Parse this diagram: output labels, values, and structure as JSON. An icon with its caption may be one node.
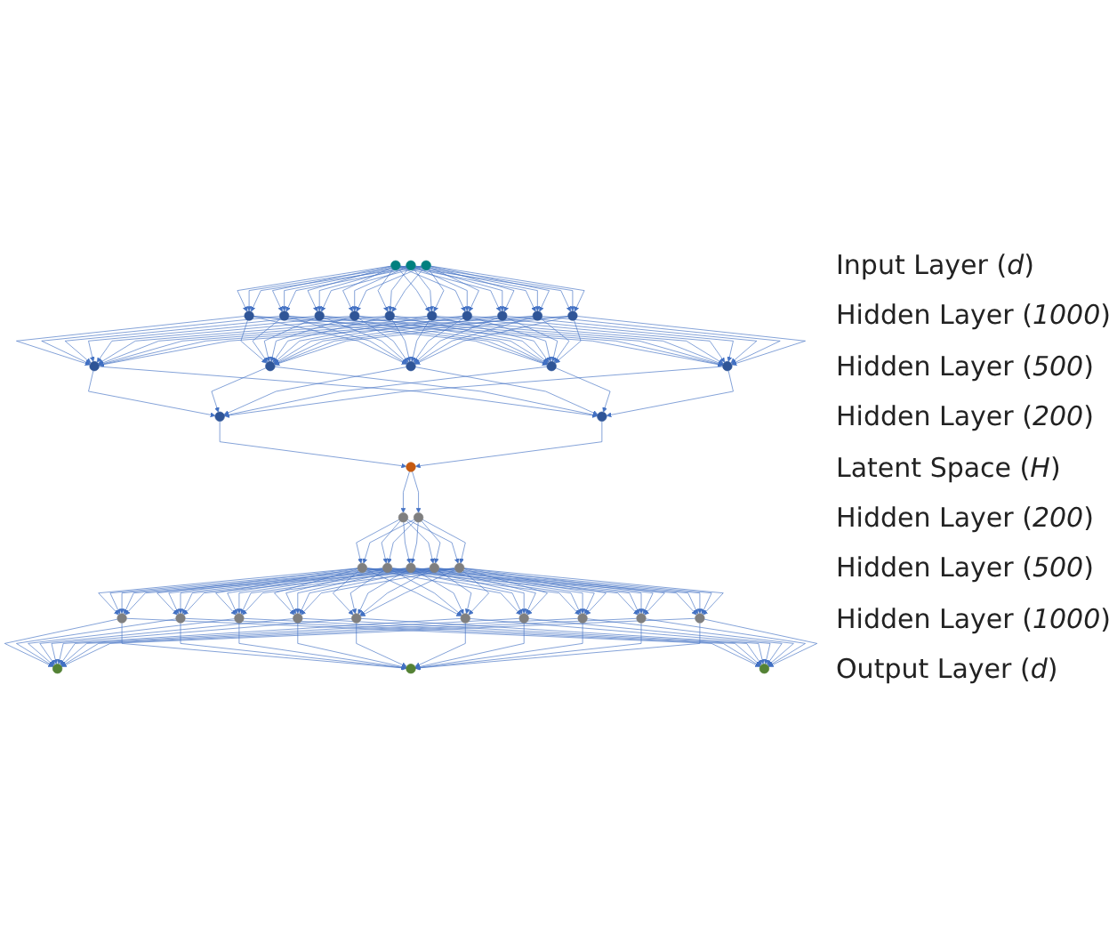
{
  "diagram": {
    "nodes": [
      {
        "text": [],
        "shape": "circle"
      },
      {
        "text": [],
        "shape": "circle"
      },
      {
        "text": [],
        "shape": "circle"
      },
      {
        "text": [],
        "shape": "circle"
      },
      {
        "text": [],
        "shape": "circle"
      },
      {
        "text": [],
        "shape": "circle"
      },
      {
        "text": [],
        "shape": "circle"
      },
      {
        "text": [],
        "shape": "circle"
      },
      {
        "text": [],
        "shape": "circle"
      },
      {
        "text": [],
        "shape": "circle"
      },
      {
        "text": [],
        "shape": "circle"
      },
      {
        "text": [],
        "shape": "circle"
      },
      {
        "text": [],
        "shape": "circle"
      },
      {
        "text": [],
        "shape": "circle"
      },
      {
        "text": [],
        "shape": "circle"
      },
      {
        "text": [],
        "shape": "circle"
      },
      {
        "text": [],
        "shape": "circle"
      },
      {
        "text": [],
        "shape": "circle"
      },
      {
        "text": [],
        "shape": "circle"
      },
      {
        "text": [],
        "shape": "circle"
      },
      {
        "text": [],
        "shape": "circle"
      },
      {
        "text": [],
        "shape": "circle"
      },
      {
        "text": [],
        "shape": "circle"
      },
      {
        "text": [],
        "shape": "circle"
      },
      {
        "text": [],
        "shape": "circle"
      },
      {
        "text": [],
        "shape": "circle"
      },
      {
        "text": [],
        "shape": "circle"
      },
      {
        "text": [],
        "shape": "circle"
      },
      {
        "text": [],
        "shape": "circle"
      },
      {
        "text": [],
        "shape": "circle"
      },
      {
        "text": [],
        "shape": "circle"
      },
      {
        "text": [],
        "shape": "circle"
      },
      {
        "text": [],
        "shape": "circle"
      },
      {
        "text": [],
        "shape": "circle"
      },
      {
        "text": [],
        "shape": "circle"
      },
      {
        "text": [],
        "shape": "circle"
      },
      {
        "text": [],
        "shape": "circle"
      },
      {
        "text": [],
        "shape": "circle"
      },
      {
        "text": [],
        "shape": "circle"
      },
      {
        "text": [],
        "shape": "circle"
      },
      {
        "text": [],
        "shape": "circle"
      }
    ],
    "edges": [
      {
        "from": 0,
        "to": 3,
        "arrow": "to"
      },
      {
        "from": 0,
        "to": 4,
        "arrow": "to"
      },
      {
        "from": 0,
        "to": 5,
        "arrow": "to"
      },
      {
        "from": 0,
        "to": 6,
        "arrow": "to"
      },
      {
        "from": 0,
        "to": 7,
        "arrow": "to"
      },
      {
        "from": 0,
        "to": 8,
        "arrow": "to"
      },
      {
        "from": 0,
        "to": 9,
        "arrow": "to"
      },
      {
        "from": 0,
        "to": 10,
        "arrow": "to"
      },
      {
        "from": 0,
        "to": 11,
        "arrow": "to"
      },
      {
        "from": 0,
        "to": 12,
        "arrow": "to"
      },
      {
        "from": 1,
        "to": 3,
        "arrow": "to"
      },
      {
        "from": 1,
        "to": 4,
        "arrow": "to"
      },
      {
        "from": 1,
        "to": 5,
        "arrow": "to"
      },
      {
        "from": 1,
        "to": 6,
        "arrow": "to"
      },
      {
        "from": 1,
        "to": 7,
        "arrow": "to"
      },
      {
        "from": 1,
        "to": 8,
        "arrow": "to"
      },
      {
        "from": 1,
        "to": 9,
        "arrow": "to"
      },
      {
        "from": 1,
        "to": 10,
        "arrow": "to"
      },
      {
        "from": 1,
        "to": 11,
        "arrow": "to"
      },
      {
        "from": 1,
        "to": 12,
        "arrow": "to"
      },
      {
        "from": 2,
        "to": 3,
        "arrow": "to"
      },
      {
        "from": 2,
        "to": 4,
        "arrow": "to"
      },
      {
        "from": 2,
        "to": 5,
        "arrow": "to"
      },
      {
        "from": 2,
        "to": 6,
        "arrow": "to"
      },
      {
        "from": 2,
        "to": 7,
        "arrow": "to"
      },
      {
        "from": 2,
        "to": 8,
        "arrow": "to"
      },
      {
        "from": 2,
        "to": 9,
        "arrow": "to"
      },
      {
        "from": 2,
        "to": 10,
        "arrow": "to"
      },
      {
        "from": 2,
        "to": 11,
        "arrow": "to"
      },
      {
        "from": 2,
        "to": 12,
        "arrow": "to"
      },
      {
        "from": 3,
        "to": 13,
        "arrow": "to"
      },
      {
        "from": 3,
        "to": 14,
        "arrow": "to"
      },
      {
        "from": 3,
        "to": 15,
        "arrow": "to"
      },
      {
        "from": 3,
        "to": 16,
        "arrow": "to"
      },
      {
        "from": 3,
        "to": 17,
        "arrow": "to"
      },
      {
        "from": 4,
        "to": 13,
        "arrow": "to"
      },
      {
        "from": 4,
        "to": 14,
        "arrow": "to"
      },
      {
        "from": 4,
        "to": 15,
        "arrow": "to"
      },
      {
        "from": 4,
        "to": 16,
        "arrow": "to"
      },
      {
        "from": 4,
        "to": 17,
        "arrow": "to"
      },
      {
        "from": 5,
        "to": 13,
        "arrow": "to"
      },
      {
        "from": 5,
        "to": 14,
        "arrow": "to"
      },
      {
        "from": 5,
        "to": 15,
        "arrow": "to"
      },
      {
        "from": 5,
        "to": 16,
        "arrow": "to"
      },
      {
        "from": 5,
        "to": 17,
        "arrow": "to"
      },
      {
        "from": 6,
        "to": 13,
        "arrow": "to"
      },
      {
        "from": 6,
        "to": 14,
        "arrow": "to"
      },
      {
        "from": 6,
        "to": 15,
        "arrow": "to"
      },
      {
        "from": 6,
        "to": 16,
        "arrow": "to"
      },
      {
        "from": 6,
        "to": 17,
        "arrow": "to"
      },
      {
        "from": 7,
        "to": 13,
        "arrow": "to"
      },
      {
        "from": 7,
        "to": 14,
        "arrow": "to"
      },
      {
        "from": 7,
        "to": 15,
        "arrow": "to"
      },
      {
        "from": 7,
        "to": 16,
        "arrow": "to"
      },
      {
        "from": 7,
        "to": 17,
        "arrow": "to"
      },
      {
        "from": 8,
        "to": 13,
        "arrow": "to"
      },
      {
        "from": 8,
        "to": 14,
        "arrow": "to"
      },
      {
        "from": 8,
        "to": 15,
        "arrow": "to"
      },
      {
        "from": 8,
        "to": 16,
        "arrow": "to"
      },
      {
        "from": 8,
        "to": 17,
        "arrow": "to"
      },
      {
        "from": 9,
        "to": 13,
        "arrow": "to"
      },
      {
        "from": 9,
        "to": 14,
        "arrow": "to"
      },
      {
        "from": 9,
        "to": 15,
        "arrow": "to"
      },
      {
        "from": 9,
        "to": 16,
        "arrow": "to"
      },
      {
        "from": 9,
        "to": 17,
        "arrow": "to"
      },
      {
        "from": 10,
        "to": 13,
        "arrow": "to"
      },
      {
        "from": 10,
        "to": 14,
        "arrow": "to"
      },
      {
        "from": 10,
        "to": 15,
        "arrow": "to"
      },
      {
        "from": 10,
        "to": 16,
        "arrow": "to"
      },
      {
        "from": 10,
        "to": 17,
        "arrow": "to"
      },
      {
        "from": 11,
        "to": 13,
        "arrow": "to"
      },
      {
        "from": 11,
        "to": 14,
        "arrow": "to"
      },
      {
        "from": 11,
        "to": 15,
        "arrow": "to"
      },
      {
        "from": 11,
        "to": 16,
        "arrow": "to"
      },
      {
        "from": 11,
        "to": 17,
        "arrow": "to"
      },
      {
        "from": 12,
        "to": 13,
        "arrow": "to"
      },
      {
        "from": 12,
        "to": 14,
        "arrow": "to"
      },
      {
        "from": 12,
        "to": 15,
        "arrow": "to"
      },
      {
        "from": 12,
        "to": 16,
        "arrow": "to"
      },
      {
        "from": 12,
        "to": 17,
        "arrow": "to"
      },
      {
        "from": 13,
        "to": 18,
        "arrow": "to"
      },
      {
        "from": 13,
        "to": 19,
        "arrow": "to"
      },
      {
        "from": 14,
        "to": 18,
        "arrow": "to"
      },
      {
        "from": 14,
        "to": 19,
        "arrow": "to"
      },
      {
        "from": 15,
        "to": 18,
        "arrow": "to"
      },
      {
        "from": 15,
        "to": 19,
        "arrow": "to"
      },
      {
        "from": 16,
        "to": 18,
        "arrow": "to"
      },
      {
        "from": 16,
        "to": 19,
        "arrow": "to"
      },
      {
        "from": 17,
        "to": 18,
        "arrow": "to"
      },
      {
        "from": 17,
        "to": 19,
        "arrow": "to"
      },
      {
        "from": 18,
        "to": 20,
        "arrow": "to"
      },
      {
        "from": 19,
        "to": 20,
        "arrow": "to"
      },
      {
        "from": 20,
        "to": 21,
        "arrow": "to"
      },
      {
        "from": 20,
        "to": 22,
        "arrow": "to"
      },
      {
        "from": 21,
        "to": 23,
        "arrow": "to"
      },
      {
        "from": 21,
        "to": 24,
        "arrow": "to"
      },
      {
        "from": 21,
        "to": 25,
        "arrow": "to"
      },
      {
        "from": 21,
        "to": 26,
        "arrow": "to"
      },
      {
        "from": 21,
        "to": 27,
        "arrow": "to"
      },
      {
        "from": 22,
        "to": 23,
        "arrow": "to"
      },
      {
        "from": 22,
        "to": 24,
        "arrow": "to"
      },
      {
        "from": 22,
        "to": 25,
        "arrow": "to"
      },
      {
        "from": 22,
        "to": 26,
        "arrow": "to"
      },
      {
        "from": 22,
        "to": 27,
        "arrow": "to"
      },
      {
        "from": 23,
        "to": 28,
        "arrow": "to"
      },
      {
        "from": 23,
        "to": 29,
        "arrow": "to"
      },
      {
        "from": 23,
        "to": 30,
        "arrow": "to"
      },
      {
        "from": 23,
        "to": 31,
        "arrow": "to"
      },
      {
        "from": 23,
        "to": 32,
        "arrow": "to"
      },
      {
        "from": 23,
        "to": 33,
        "arrow": "to"
      },
      {
        "from": 23,
        "to": 34,
        "arrow": "to"
      },
      {
        "from": 23,
        "to": 35,
        "arrow": "to"
      },
      {
        "from": 23,
        "to": 36,
        "arrow": "to"
      },
      {
        "from": 23,
        "to": 37,
        "arrow": "to"
      },
      {
        "from": 24,
        "to": 28,
        "arrow": "to"
      },
      {
        "from": 24,
        "to": 29,
        "arrow": "to"
      },
      {
        "from": 24,
        "to": 30,
        "arrow": "to"
      },
      {
        "from": 24,
        "to": 31,
        "arrow": "to"
      },
      {
        "from": 24,
        "to": 32,
        "arrow": "to"
      },
      {
        "from": 24,
        "to": 33,
        "arrow": "to"
      },
      {
        "from": 24,
        "to": 34,
        "arrow": "to"
      },
      {
        "from": 24,
        "to": 35,
        "arrow": "to"
      },
      {
        "from": 24,
        "to": 36,
        "arrow": "to"
      },
      {
        "from": 24,
        "to": 37,
        "arrow": "to"
      },
      {
        "from": 25,
        "to": 28,
        "arrow": "to"
      },
      {
        "from": 25,
        "to": 29,
        "arrow": "to"
      },
      {
        "from": 25,
        "to": 30,
        "arrow": "to"
      },
      {
        "from": 25,
        "to": 31,
        "arrow": "to"
      },
      {
        "from": 25,
        "to": 32,
        "arrow": "to"
      },
      {
        "from": 25,
        "to": 33,
        "arrow": "to"
      },
      {
        "from": 25,
        "to": 34,
        "arrow": "to"
      },
      {
        "from": 25,
        "to": 35,
        "arrow": "to"
      },
      {
        "from": 25,
        "to": 36,
        "arrow": "to"
      },
      {
        "from": 25,
        "to": 37,
        "arrow": "to"
      },
      {
        "from": 26,
        "to": 28,
        "arrow": "to"
      },
      {
        "from": 26,
        "to": 29,
        "arrow": "to"
      },
      {
        "from": 26,
        "to": 30,
        "arrow": "to"
      },
      {
        "from": 26,
        "to": 31,
        "arrow": "to"
      },
      {
        "from": 26,
        "to": 32,
        "arrow": "to"
      },
      {
        "from": 26,
        "to": 33,
        "arrow": "to"
      },
      {
        "from": 26,
        "to": 34,
        "arrow": "to"
      },
      {
        "from": 26,
        "to": 35,
        "arrow": "to"
      },
      {
        "from": 26,
        "to": 36,
        "arrow": "to"
      },
      {
        "from": 26,
        "to": 37,
        "arrow": "to"
      },
      {
        "from": 27,
        "to": 28,
        "arrow": "to"
      },
      {
        "from": 27,
        "to": 29,
        "arrow": "to"
      },
      {
        "from": 27,
        "to": 30,
        "arrow": "to"
      },
      {
        "from": 27,
        "to": 31,
        "arrow": "to"
      },
      {
        "from": 27,
        "to": 32,
        "arrow": "to"
      },
      {
        "from": 27,
        "to": 33,
        "arrow": "to"
      },
      {
        "from": 27,
        "to": 34,
        "arrow": "to"
      },
      {
        "from": 27,
        "to": 35,
        "arrow": "to"
      },
      {
        "from": 27,
        "to": 36,
        "arrow": "to"
      },
      {
        "from": 27,
        "to": 37,
        "arrow": "to"
      },
      {
        "from": 28,
        "to": 38,
        "arrow": "to"
      },
      {
        "from": 28,
        "to": 39,
        "arrow": "to"
      },
      {
        "from": 28,
        "to": 40,
        "arrow": "to"
      },
      {
        "from": 29,
        "to": 38,
        "arrow": "to"
      },
      {
        "from": 29,
        "to": 39,
        "arrow": "to"
      },
      {
        "from": 29,
        "to": 40,
        "arrow": "to"
      },
      {
        "from": 30,
        "to": 38,
        "arrow": "to"
      },
      {
        "from": 30,
        "to": 39,
        "arrow": "to"
      },
      {
        "from": 30,
        "to": 40,
        "arrow": "to"
      },
      {
        "from": 31,
        "to": 38,
        "arrow": "to"
      },
      {
        "from": 31,
        "to": 39,
        "arrow": "to"
      },
      {
        "from": 31,
        "to": 40,
        "arrow": "to"
      },
      {
        "from": 32,
        "to": 38,
        "arrow": "to"
      },
      {
        "from": 32,
        "to": 39,
        "arrow": "to"
      },
      {
        "from": 32,
        "to": 40,
        "arrow": "to"
      },
      {
        "from": 33,
        "to": 38,
        "arrow": "to"
      },
      {
        "from": 33,
        "to": 39,
        "arrow": "to"
      },
      {
        "from": 33,
        "to": 40,
        "arrow": "to"
      },
      {
        "from": 34,
        "to": 38,
        "arrow": "to"
      },
      {
        "from": 34,
        "to": 39,
        "arrow": "to"
      },
      {
        "from": 34,
        "to": 40,
        "arrow": "to"
      },
      {
        "from": 35,
        "to": 38,
        "arrow": "to"
      },
      {
        "from": 35,
        "to": 39,
        "arrow": "to"
      },
      {
        "from": 35,
        "to": 40,
        "arrow": "to"
      },
      {
        "from": 36,
        "to": 38,
        "arrow": "to"
      },
      {
        "from": 36,
        "to": 39,
        "arrow": "to"
      },
      {
        "from": 36,
        "to": 40,
        "arrow": "to"
      },
      {
        "from": 37,
        "to": 38,
        "arrow": "to"
      },
      {
        "from": 37,
        "to": 39,
        "arrow": "to"
      },
      {
        "from": 37,
        "to": 40,
        "arrow": "to"
      }
    ],
    "labels": [
      "Input Layer (*d*)",
      "Hidden Layer (*1000*)",
      "Hidden Layer (*500*)",
      "Hidden Layer (*200*)",
      "Latent Space (*H*)",
      "Hidden Layer (*200*)",
      "Hidden Layer (*500*)",
      "Hidden Layer (*1000*)",
      "Output Layer (*d*)"
    ]
  }
}
